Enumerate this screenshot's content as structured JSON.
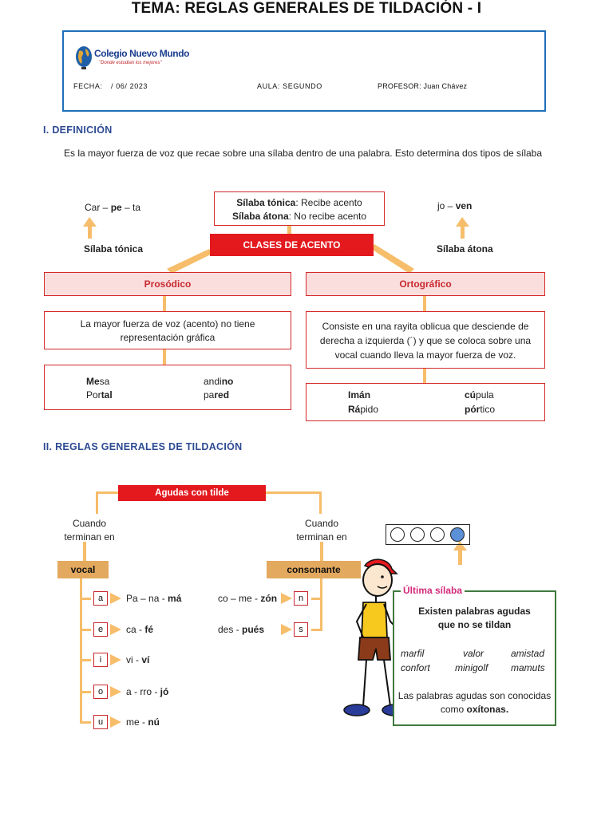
{
  "title": "TEMA: REGLAS GENERALES DE TILDACIÓN - I",
  "header": {
    "logo_name": "Colegio Nuevo Mundo",
    "logo_slogan": "\"Donde estudian los mejores\"",
    "fecha_label": "FECHA:",
    "fecha_value": "/ 06/ 2023",
    "aula": "AULA: SEGUNDO",
    "profesor": "PROFESOR:  Juan Chávez"
  },
  "section1": {
    "heading": "I.   DEFINICIÓN",
    "paragraph": "Es la mayor fuerza de voz que recae sobre una sílaba dentro de una palabra. Esto determina dos tipos de sílaba",
    "tonica_example": {
      "pre": "Car – ",
      "bold": "pe",
      "post": " – ta"
    },
    "tonica_label": "Sílaba tónica",
    "atona_example": {
      "pre": "jo – ",
      "bold": "ven"
    },
    "atona_label": "Sílaba átona",
    "def_box": {
      "line1_bold": "Sílaba tónica",
      "line1_rest": ": Recibe acento",
      "line2_bold": "Sílaba átona",
      "line2_rest": ": No recibe acento"
    },
    "clases": "CLASES DE ACENTO",
    "prosodico": "Prosódico",
    "ortografico": "Ortográfico",
    "prosodico_desc": "La mayor fuerza de voz (acento) no tiene representación gráfica",
    "ortografico_desc": "Consiste en una rayita oblicua que desciende de derecha a izquierda (´) y que se coloca sobre una vocal cuando lleva la mayor fuerza de voz.",
    "prosodico_examples": [
      {
        "bold": "Me",
        "rest": "sa"
      },
      {
        "pre": "andi",
        "bold": "no",
        "rest": ""
      },
      {
        "pre": "Por",
        "bold": "tal",
        "rest": ""
      },
      {
        "pre": "pa",
        "bold": "red",
        "rest": ""
      }
    ],
    "ortografico_examples": [
      {
        "pre": "I",
        "bold": "mán",
        "rest": ""
      },
      {
        "pre": "",
        "bold": "cú",
        "rest": "pula"
      },
      {
        "pre": "",
        "bold": "Rá",
        "rest": "pido"
      },
      {
        "pre": "",
        "bold": "pór",
        "rest": "tico"
      }
    ]
  },
  "section2": {
    "heading": "II.   REGLAS GENERALES DE TILDACIÓN",
    "agudas": "Agudas con tilde",
    "cuando": "Cuando",
    "terminan": "terminan en",
    "vocal": "vocal",
    "consonante": "consonante",
    "vocal_rows": [
      {
        "letter": "a",
        "pre": "Pa – na - ",
        "bold": "má"
      },
      {
        "letter": "e",
        "pre": "ca - ",
        "bold": "fé"
      },
      {
        "letter": "i",
        "pre": "vi - ",
        "bold": "ví"
      },
      {
        "letter": "o",
        "pre": "a - rro - ",
        "bold": "jó"
      },
      {
        "letter": "u",
        "pre": "me - ",
        "bold": "nú"
      }
    ],
    "cons_rows": [
      {
        "letter": "n",
        "pre": "co – me - ",
        "bold": "zón"
      },
      {
        "letter": "s",
        "pre": "des - ",
        "bold": "pués"
      }
    ],
    "ultima_silaba": "Última sílaba",
    "note_title1": "Existen palabras agudas",
    "note_title2": "que no se tildan",
    "note_words": [
      "marfil",
      "valor",
      "amistad",
      "confort",
      "minigolf",
      "mamuts"
    ],
    "note_p1": "Las palabras agudas son conocidas",
    "note_p2_pre": "como ",
    "note_p2_bold": "oxítonas.",
    "colors": {
      "red": "#e3191e",
      "pink": "#fadede",
      "orange": "#f6bd6b",
      "tan": "#e3a95e",
      "blue": "#2d4a93",
      "green": "#3f7a3f",
      "dot_blue": "#5b8fd6"
    }
  }
}
